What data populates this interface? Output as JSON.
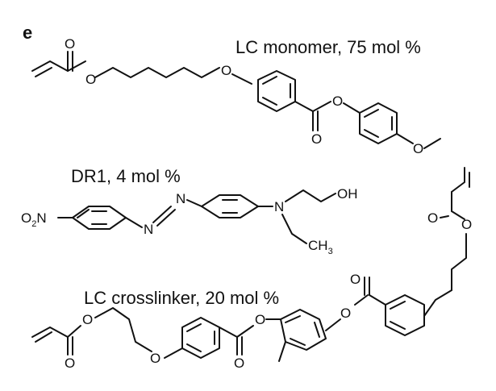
{
  "panel_letter": "e",
  "labels": {
    "monomer": "LC monomer, 75 mol %",
    "dr1": "DR1, 4 mol %",
    "crosslinker": "LC crosslinker, 20 mol %"
  },
  "atoms": {
    "O": "O",
    "N": "N",
    "OH": "OH",
    "CH3": "CH",
    "CH3_sub": "3",
    "O2N": "O",
    "O2N_sub": "2",
    "O2N_tail": "N"
  },
  "colors": {
    "ink": "#111111",
    "background": "#ffffff"
  }
}
